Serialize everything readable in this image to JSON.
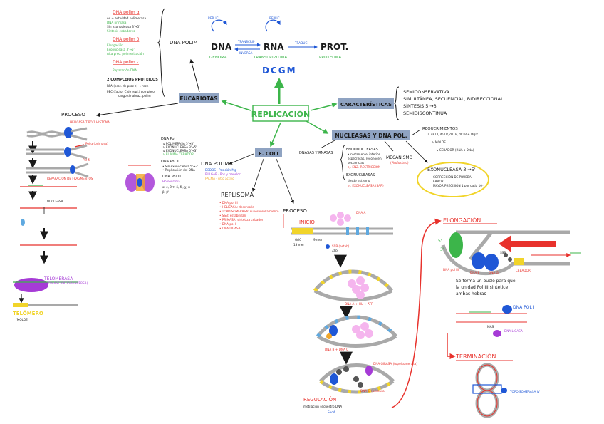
{
  "colors": {
    "red": "#e8322c",
    "green": "#3cb54a",
    "blue": "#1f57d6",
    "dark": "#1a1a1a",
    "box": "#8fa3c2",
    "purple": "#a63bd6",
    "pink": "#f5b5ee",
    "yellow": "#f1d42a",
    "gray": "#a9a9a9",
    "lightblue": "#5fa9e0"
  },
  "center": {
    "title": "REPLICACIÓN"
  },
  "dogma": {
    "dna": "DNA",
    "rna": "RNA",
    "prot": "PROT.",
    "replic_a": "REPLIC",
    "replic_b": "REPLIC",
    "transcrip": "TRANSCRIP",
    "inversa": "INVERSA",
    "traduc": "TRADUC",
    "genoma": "GENOMA",
    "transcriptoma": "TRANSCRIPTOMA",
    "proteoma": "PROTEOMA",
    "dcgm": "DCGM"
  },
  "eucariotas": {
    "label": "EUCARIOTAS",
    "dna_pol_title": "DNA POLIM",
    "polymerases": [
      {
        "name": "DNA polim α",
        "lines": [
          "Ac + actividad polimerasa",
          "DNA primasa",
          "Sin exonucleasa 3'→5'",
          "Síntesis cebadores"
        ]
      },
      {
        "name": "DNA polim δ",
        "lines": [
          "Elongación",
          "Exonucleasa 3'→5'",
          "Alta prec. polimerización"
        ]
      },
      {
        "name": "DNA polim ε",
        "lines": [
          "Reparación DNA"
        ]
      }
    ],
    "complejos_title": "2 COMPLEJOS PROTEICOS",
    "complejos": [
      "RPA (prot. de proc ε) → rech",
      "PEC (factor C de repl.) complejo"
    ],
    "complejos_extra": [
      "cargo de abraz. polim"
    ],
    "proceso_label": "PROCESO",
    "proceso_notes": [
      "HELICASA TIPO 1 HISTONA",
      "Pol α (primasa)",
      "Pol δ",
      "REPARACIÓN DE FRAGMENTOS",
      "NUCLEASA"
    ],
    "telomerasa": "TELOMERASA",
    "telomerasa_sub": "(TRANSCRIPTASA INVERSA)",
    "telomero": "TELÓMERO",
    "telomero_sub": "(MOLDE)"
  },
  "caracteristicas": {
    "label": "CARACTERÍSTICAS",
    "items": [
      "SEMICONSERVATIVA",
      "SIMULTÁNEA, SECUENCIAL, BIDIRECCIONAL",
      "SÍNTESIS 5'→3'",
      "SEMIDISCONTINUA"
    ]
  },
  "nucleasas": {
    "label": "NUCLEASAS Y DNA POL.",
    "tipos": "DNASAS Y RNASAS",
    "endo_title": "ENDONUCLEASAS",
    "endo_lines": [
      "• cortan en el interior",
      "específicas, reconocen",
      "secuencias",
      "ej. ENZ. RESTRICCIÓN"
    ],
    "exo_title": "EXONUCLEASAS",
    "exo_lines": [
      "desde extremo",
      "ej. EXONUCLEASA (SAR)"
    ],
    "mecanismo": "MECANISMO",
    "mecanismo_sub": "(Pirofosfato)",
    "requerimientos": "REQUERIMIENTOS",
    "req_items": [
      "↳ dATP, dGTP, dTTP, dCTP + Mg²⁺",
      "↳ MOLDE",
      "↳ CEBADOR (RNA o DNA)"
    ],
    "exonucleasa": "EXONUCLEASA 3'→5'",
    "exo_box_lines": [
      "CORRECCIÓN DE PRUEBA",
      "ERROR",
      "MAYOR PRECISIÓN 1 por cada 10⁹"
    ]
  },
  "ecoli": {
    "label": "E. COLI",
    "dnapol_title": "DNA POLIM.",
    "dnapol_items": [
      "DEDOS · Posición Mg",
      "PULGAR · Pos y transloc",
      "PALMA · sitio activo"
    ],
    "pol_list_title": "DNA Pol I",
    "pol_list": [
      "↳ POLIMERASA 5'→3'",
      "↳ EXONUCLEASA 3'→5'",
      "↳ EXONUCLEASA 5'→3'",
      "↳ ELIMINA CEBADOR"
    ],
    "pol3_title": "DNA Pol III",
    "pol3_lines": [
      "• Sin exonucleasa 5'→3'",
      "• Replicación del DNA",
      "DNA Pol III",
      "Holoenzima",
      "α, ε, θ  τ, δ, δ', χ, ψ",
      "β, β'"
    ],
    "replisoma": "REPLISOMA",
    "replisoma_items": [
      "• DNA pol III",
      "• HELICASA: desenrolla",
      "• TOPOISOMERASA: superenrollamiento",
      "• SSB: estabilizan",
      "• PRIMASA: sintetiza cebador",
      "• DNA pol I",
      "• DNA LIGASA"
    ],
    "proceso_label": "PROCESO",
    "inicio": "INICIO",
    "inicio_notes": [
      "DNA A",
      "OriC",
      "9 mer",
      "13 mer",
      "SSB (estab)",
      "ATP"
    ],
    "dna_a_notes": [
      "DNA A + HU + ATP",
      "DNA B + DNA C",
      "DNA G (primasa)",
      "DNA GIRASA (topoisomerasa)"
    ],
    "regulacion": "REGULACIÓN",
    "regulacion_sub": [
      "metilación   secuestro DNA",
      "SeqA"
    ]
  },
  "elongacion": {
    "label": "ELONGACIÓN",
    "labels": [
      "5'",
      "3'",
      "DNA pol III",
      "DNA B",
      "DNA G",
      "SSB",
      "CEBADOR"
    ],
    "note": [
      "Se forma un bucle para que",
      "la unidad Pol III sintetice",
      "ambas hebras"
    ],
    "dna_pol_i": "DNA POL I",
    "dna_ligasa": "DNA LIGASA",
    "frag": "MAS"
  },
  "terminacion": {
    "label": "TERMINACIÓN",
    "topo": "TOPOISOMERASA IV"
  }
}
